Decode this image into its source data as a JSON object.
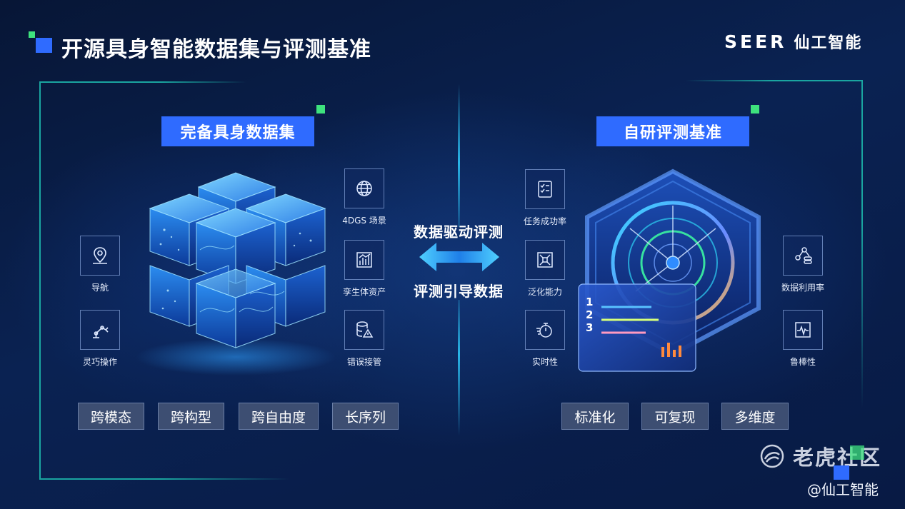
{
  "header": {
    "title": "开源具身智能数据集与评测基准",
    "brand_en": "SEER",
    "brand_cn": "仙工智能"
  },
  "left": {
    "section_title": "完备具身数据集",
    "icons_left": [
      {
        "label": "导航",
        "icon": "map-pin-icon"
      },
      {
        "label": "灵巧操作",
        "icon": "robot-arm-icon"
      }
    ],
    "icons_right": [
      {
        "label": "4DGS 场景",
        "icon": "globe-icon"
      },
      {
        "label": "孪生体资产",
        "icon": "chart-icon"
      },
      {
        "label": "错误接管",
        "icon": "database-warning-icon"
      }
    ],
    "tags": [
      "跨模态",
      "跨构型",
      "跨自由度",
      "长序列"
    ]
  },
  "middle": {
    "top_text": "数据驱动评测",
    "bottom_text": "评测引导数据"
  },
  "right": {
    "section_title": "自研评测基准",
    "icons_left": [
      {
        "label": "任务成功率",
        "icon": "checklist-icon"
      },
      {
        "label": "泛化能力",
        "icon": "expand-icon"
      },
      {
        "label": "实时性",
        "icon": "stopwatch-icon"
      }
    ],
    "icons_right": [
      {
        "label": "数据利用率",
        "icon": "data-flow-icon"
      },
      {
        "label": "鲁棒性",
        "icon": "waveform-icon"
      }
    ],
    "tags": [
      "标准化",
      "可复现",
      "多维度"
    ],
    "panel_ranks": [
      "1",
      "2",
      "3"
    ]
  },
  "watermark": {
    "text": "老虎社区",
    "handle": "@仙工智能"
  },
  "colors": {
    "accent_blue": "#2f6bff",
    "accent_green": "#3ee27d",
    "frame_teal": "#1aa5a0",
    "tag_bg": "#3d4e72"
  }
}
